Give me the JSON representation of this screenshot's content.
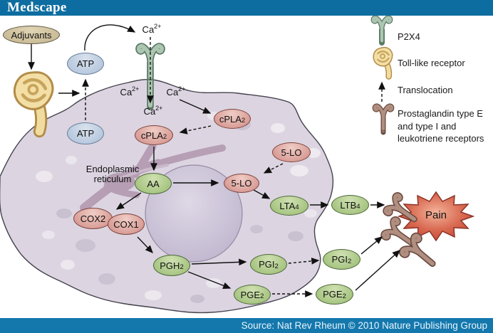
{
  "header": {
    "brand": "Medscape"
  },
  "footer": {
    "source": "Source: Nat Rev Rheum © 2010 Nature Publishing Group"
  },
  "legend": {
    "p2x4": {
      "icon": "p2x4-receptor-icon",
      "label": "P2X4"
    },
    "toll": {
      "icon": "toll-like-receptor-icon",
      "label": "Toll-like receptor"
    },
    "translocation": {
      "icon": "translocation-arrow-icon",
      "label": "Translocation"
    },
    "prostaglandin": {
      "icon": "prostaglandin-receptor-icon",
      "label": "Prostaglandin type E\nand type I and\nleukotriene receptors"
    }
  },
  "nodes": {
    "adjuvants": {
      "label": "Adjuvants"
    },
    "atp_out": {
      "label": "ATP"
    },
    "atp_in": {
      "label": "ATP"
    },
    "cpla2_m": {
      "base": "cPLA",
      "sub": "2"
    },
    "cpla2_c": {
      "base": "cPLA",
      "sub": "2"
    },
    "aa": {
      "label": "AA"
    },
    "lo5_top": {
      "label": "5-LO"
    },
    "lo5_nuc": {
      "label": "5-LO"
    },
    "cox2": {
      "label": "COX2"
    },
    "cox1": {
      "label": "COX1"
    },
    "pgh2": {
      "base": "PGH",
      "sub": "2"
    },
    "pgi2_in": {
      "base": "PGI",
      "sub": "2"
    },
    "pge2_in": {
      "base": "PGE",
      "sub": "2"
    },
    "pgi2_out": {
      "base": "PGI",
      "sub": "2"
    },
    "pge2_out": {
      "base": "PGE",
      "sub": "2"
    },
    "lta4": {
      "base": "LTA",
      "sub": "4"
    },
    "ltb4": {
      "base": "LTB",
      "sub": "4"
    }
  },
  "labels": {
    "ca": {
      "base": "Ca",
      "sup": "2+"
    },
    "er": "Endoplasmic\nreticulum",
    "pain": "Pain"
  },
  "colors": {
    "header_bar": "#0e6da0",
    "footer_bar": "#1478ad",
    "cell": "#dcd5e1",
    "nucleus": "#c7bed4",
    "enzyme_oval": "#cf8b84",
    "metabolite_oval": "#98bb70",
    "atp_oval": "#abbfd9",
    "adjuvant_oval": "#c2b38c",
    "pain_star": "#d4553f",
    "p2x4_receptor": "#adc6b2",
    "prostaglandin_receptor": "#b08e80",
    "toll_receptor": "#f3dfa6"
  }
}
